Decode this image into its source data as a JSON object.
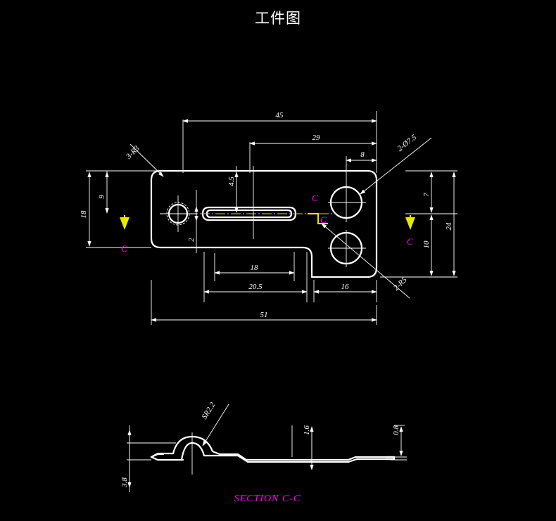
{
  "title": "工件图",
  "views": {
    "plan": {
      "name": "plan-view",
      "dimensions": {
        "top_overall": "45",
        "top_second": "29",
        "top_third": "8",
        "left_outer": "18",
        "left_inner": "9",
        "slot_vertical": "4.5",
        "slot_width": "2",
        "right_upper": "7",
        "right_middle": "10",
        "right_outer": "24",
        "bottom_inner": "18",
        "bottom_second": "20.5",
        "bottom_right": "16",
        "bottom_overall": "51"
      },
      "leaders": {
        "fillet_note": "3-R3",
        "hole_note": "2-Ø7.5",
        "corner_note": "2-R5"
      },
      "section_marks": {
        "letter": "C"
      }
    },
    "section": {
      "name": "section-view",
      "caption": "SECTION C-C",
      "dimensions": {
        "dome_radius": "SR2.2",
        "total_height": "3.8",
        "step_height": "1.6",
        "thickness": "0.8"
      }
    }
  },
  "colors": {
    "background": "#000000",
    "geometry": "#ffffff",
    "section_mark": "#ff00ff",
    "section_arrow": "#e8e800",
    "centerline_axis": "#d7d700"
  }
}
